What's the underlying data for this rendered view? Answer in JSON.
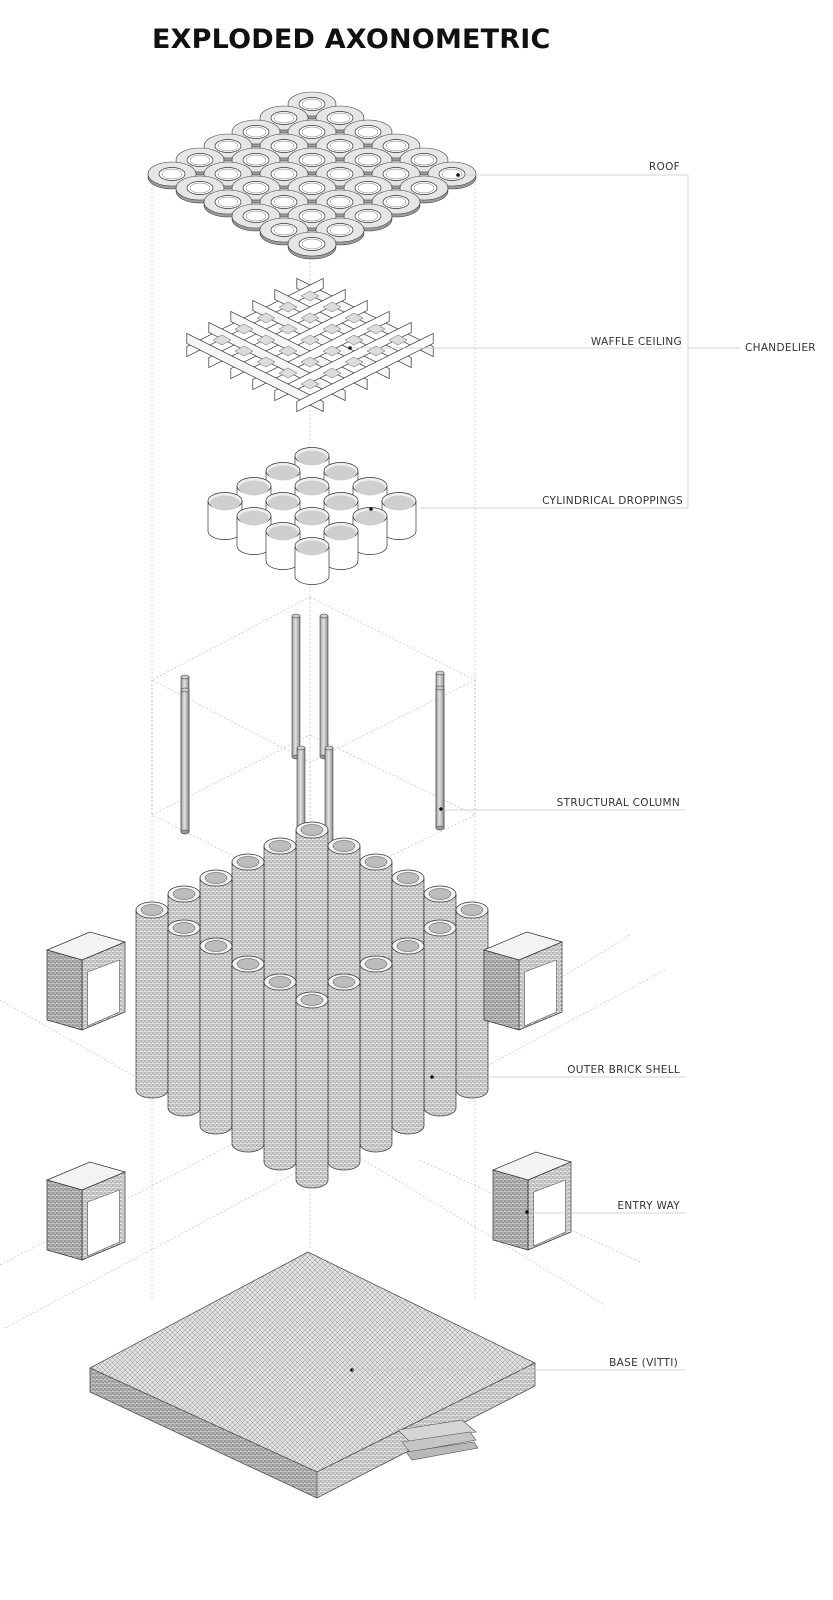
{
  "title": "EXPLODED AXONOMETRIC",
  "labels": {
    "roof": "ROOF",
    "waffle_ceiling": "WAFFLE CEILING",
    "chandelier": "CHANDELIER",
    "cylindrical_droppings": "CYLINDRICAL  DROPPINGS",
    "structural_column": "STRUCTURAL COLUMN",
    "outer_brick_shell": "OUTER BRICK SHELL",
    "entry_way": "ENTRY WAY",
    "base": "BASE (VITTI)"
  }
}
